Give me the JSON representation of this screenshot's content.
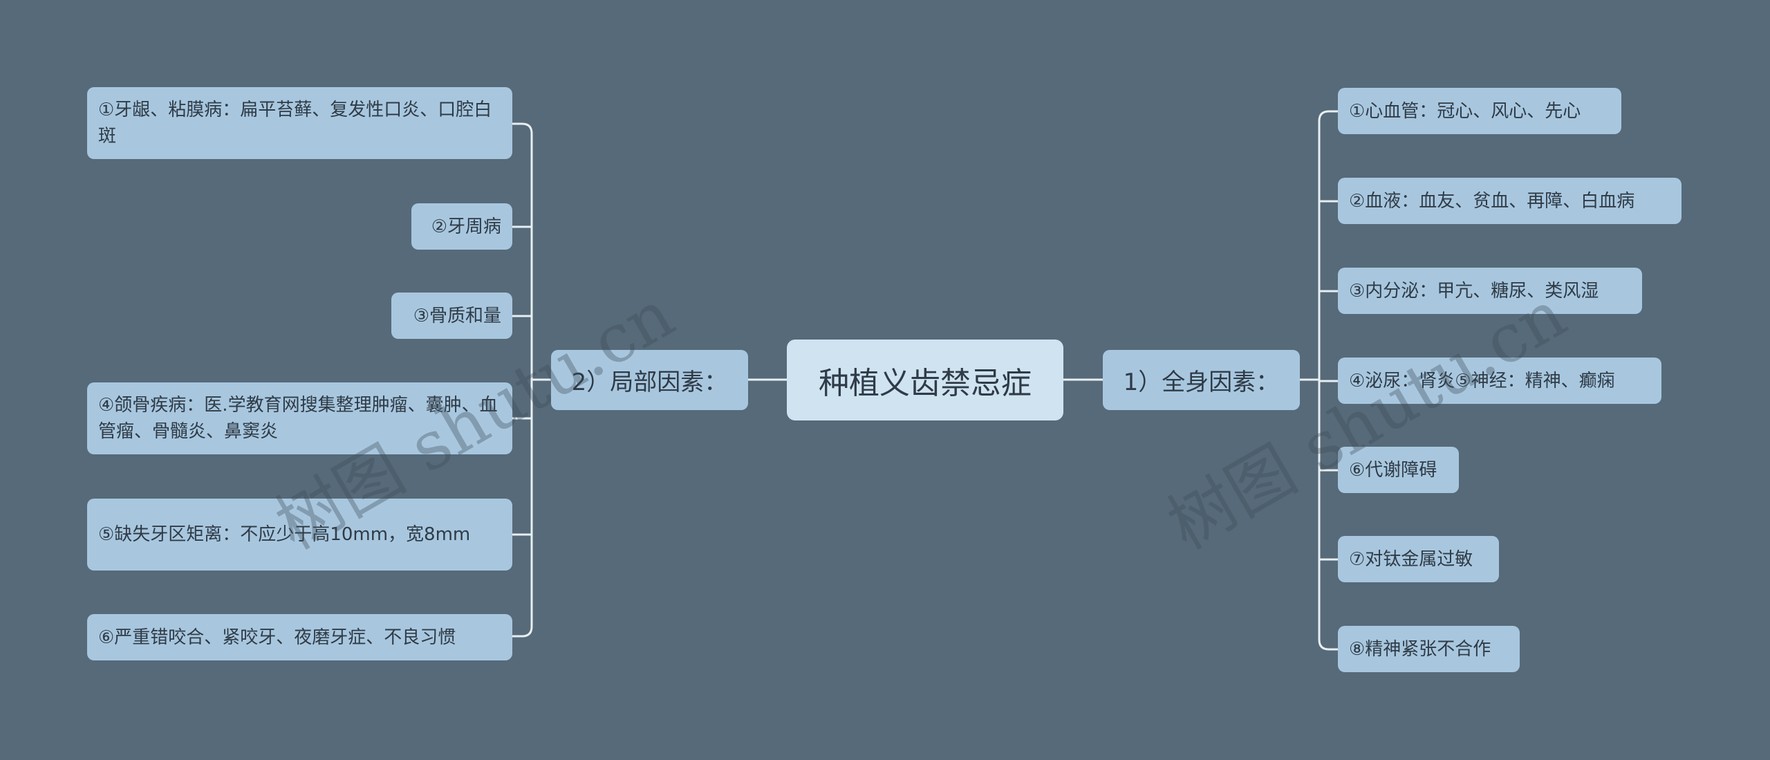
{
  "root": {
    "label": "种植义齿禁忌症"
  },
  "left_branch": {
    "label": "2）局部因素：",
    "items": [
      "①牙龈、粘膜病：扁平苔藓、复发性口炎、口腔白斑",
      "②牙周病",
      "③骨质和量",
      "④颌骨疾病：医.学教育网搜集整理肿瘤、囊肿、血管瘤、骨髓炎、鼻窦炎",
      "⑤缺失牙区矩离：不应少于高10mm，宽8mm",
      "⑥严重错咬合、紧咬牙、夜磨牙症、不良习惯"
    ]
  },
  "right_branch": {
    "label": "1）全身因素：",
    "items": [
      "①心血管：冠心、风心、先心",
      "②血液：血友、贫血、再障、白血病",
      "③内分泌：甲亢、糖尿、类风湿",
      "④泌尿：肾炎⑤神经：精神、癫痫",
      "⑥代谢障碍",
      "⑦对钛金属过敏",
      "⑧精神紧张不合作"
    ]
  },
  "watermarks": [
    "树图 shutu.cn",
    "树图 shutu.cn"
  ],
  "colors": {
    "background": "#566a79",
    "root_fill": "#cfe3f1",
    "node_fill": "#a8c7df",
    "connector": "#e8eef3",
    "text": "#2f3b46"
  }
}
